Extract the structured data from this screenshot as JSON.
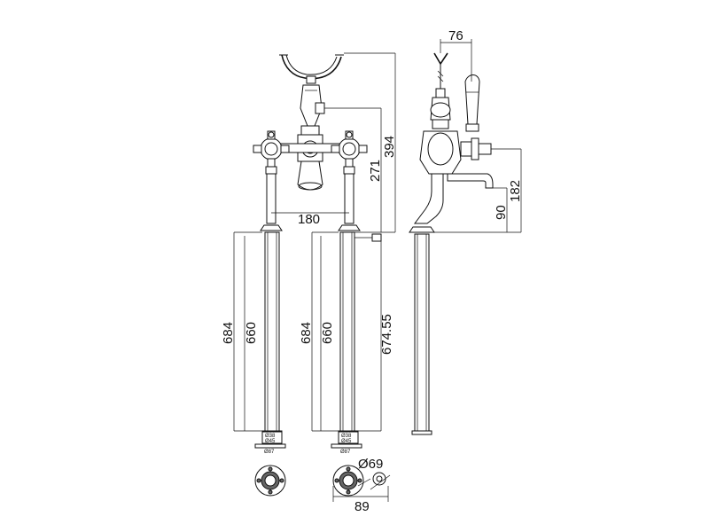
{
  "dimensions": {
    "top_width": "76",
    "height_spout": "394",
    "height_body": "271",
    "centres": "180",
    "side_height": "182",
    "side_spout": "90",
    "leg_left_outer": "684",
    "leg_left_inner": "660",
    "leg_mid_outer": "684",
    "leg_mid_inner": "660",
    "leg_total": "674.55",
    "base_span": "89",
    "flange_dia": "Ø69"
  },
  "labels": {
    "left_d1": "Ø38",
    "left_d2": "Ø45",
    "left_base": "Ø87",
    "mid_d1": "Ø38",
    "mid_d2": "Ø45",
    "mid_base": "Ø87"
  }
}
